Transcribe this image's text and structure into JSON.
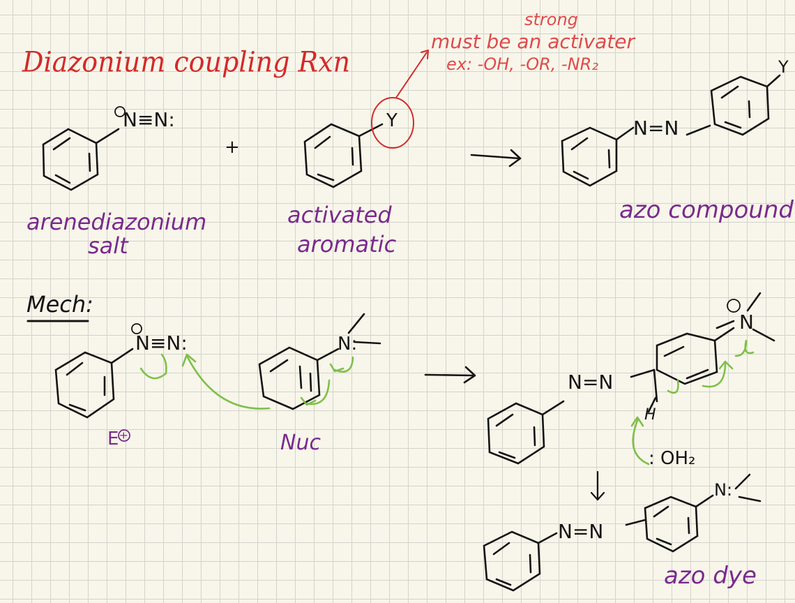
{
  "title": "Diazonium coupling Rxn",
  "annotation": {
    "strong": "strong",
    "must_be": "must be an activater",
    "examples": "ex: -OH, -OR, -NR₂"
  },
  "overview": {
    "reactant1_formula": "N≡N:",
    "reactant1_label_line1": "arenediazonium",
    "reactant1_label_line2": "salt",
    "plus": "+",
    "reactant2_group": "Y",
    "reactant2_label_line1": "activated",
    "reactant2_label_line2": "aromatic",
    "product_azo": "N=N",
    "product_group": "Y",
    "product_label": "azo compound"
  },
  "mechanism": {
    "heading": "Mech:",
    "electrophile_formula": "N≡N:",
    "electrophile_label": "E⁺",
    "nucleophile_group": "N:",
    "nucleophile_label": "Nuc",
    "intermediate_azo": "N=N",
    "intermediate_group": "N",
    "hydrogen": "H",
    "water": ": OH₂",
    "dye_azo": "N=N",
    "dye_group": "N:",
    "dye_label": "azo dye"
  },
  "colors": {
    "red": "#d42a2a",
    "pink": "#e04a4a",
    "purple": "#7a2a8e",
    "green": "#7fc04a",
    "ink": "#141414"
  }
}
